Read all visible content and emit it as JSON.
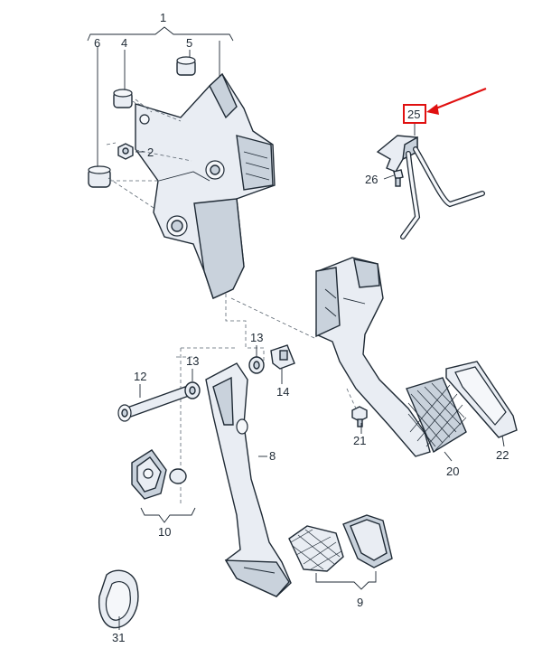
{
  "callouts": {
    "c1": "1",
    "c2": "2",
    "c4": "4",
    "c5": "5",
    "c6": "6",
    "c8": "8",
    "c9": "9",
    "c10": "10",
    "c12": "12",
    "c13a": "13",
    "c13b": "13",
    "c14": "14",
    "c20": "20",
    "c21": "21",
    "c22": "22",
    "c25": "25",
    "c26": "26",
    "c31": "31"
  },
  "colors": {
    "highlight": "#e01010",
    "line": "#1f2a35",
    "part_fill": "#e9edf3"
  }
}
